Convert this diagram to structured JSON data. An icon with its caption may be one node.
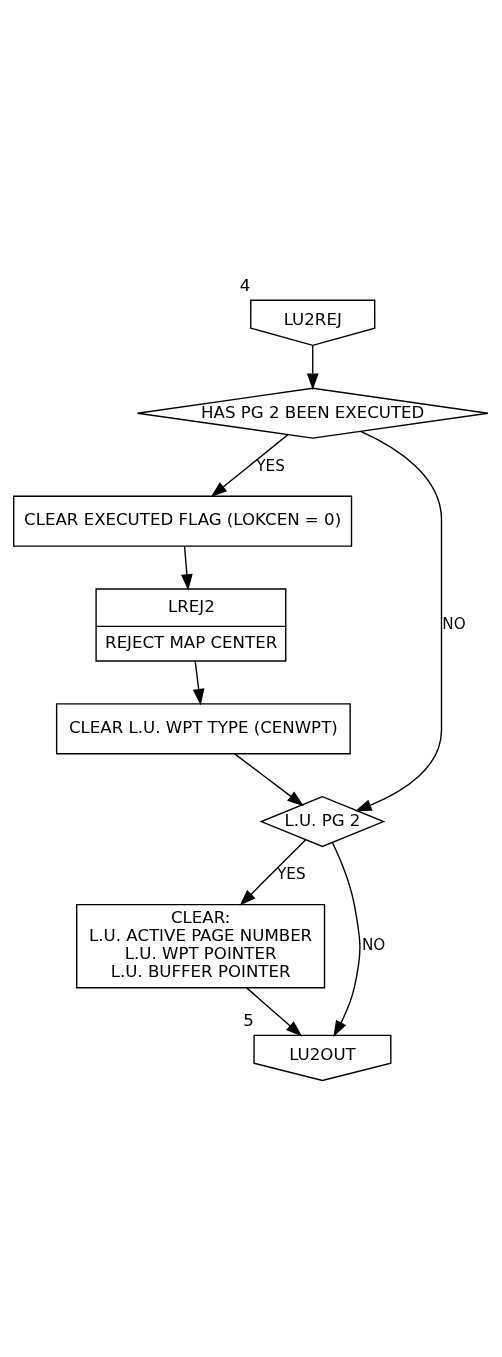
{
  "diagram": {
    "nodes": [
      {
        "text": [
          "LU2REJ"
        ],
        "beside": [
          "4"
        ]
      },
      {
        "text": [
          "HAS PG 2 BEEN EXECUTED"
        ]
      },
      {
        "text": [
          "CLEAR EXECUTED FLAG (LOKCEN = 0)"
        ]
      },
      {
        "text": [
          "LREJ2",
          "REJECT MAP CENTER"
        ]
      },
      {
        "text": [
          "CLEAR L.U. WPT TYPE (CENWPT)"
        ]
      },
      {
        "text": [
          "L.U. PG 2"
        ]
      },
      {
        "text": [
          "CLEAR:",
          "L.U. ACTIVE PAGE NUMBER",
          "L.U. WPT POINTER",
          "L.U. BUFFER POINTER"
        ]
      },
      {
        "text": [
          "LU2OUT"
        ],
        "beside": [
          "5"
        ]
      }
    ],
    "edges": [
      {
        "from": 0,
        "to": 1,
        "arrow": "to"
      },
      {
        "from": 1,
        "to": 2,
        "arrow": "to",
        "label": "YES"
      },
      {
        "from": 2,
        "to": 3,
        "arrow": "to"
      },
      {
        "from": 3,
        "to": 4,
        "arrow": "to"
      },
      {
        "from": 4,
        "to": 5,
        "arrow": "to"
      },
      {
        "from": 1,
        "to": 5,
        "arrow": "to",
        "label": "NO"
      },
      {
        "from": 5,
        "to": 6,
        "arrow": "to",
        "label": "YES"
      },
      {
        "from": 6,
        "to": 7,
        "arrow": "to"
      },
      {
        "from": 5,
        "to": 7,
        "arrow": "to",
        "label": "NO"
      }
    ]
  }
}
